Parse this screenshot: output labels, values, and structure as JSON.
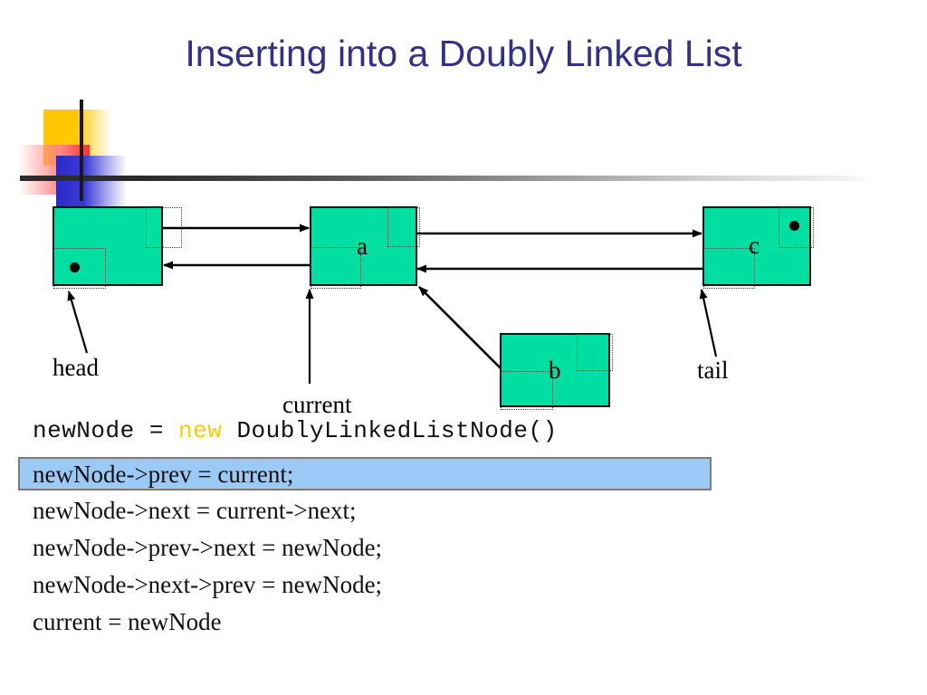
{
  "slide": {
    "title": "Inserting into a Doubly Linked List",
    "title_color": "#332F8C",
    "background": "#ffffff"
  },
  "decoration": {
    "yellow_color": "#FFC800",
    "red_color": "#FF2D2D",
    "blue_color": "#2A2ACB",
    "line_color": "#2b2b2b"
  },
  "diagram": {
    "node_fill": "#00DFA2",
    "node_border": "#111111",
    "nodes": [
      {
        "id": "head-node",
        "label": "",
        "null_pointer": "prev"
      },
      {
        "id": "node-a",
        "label": "a",
        "null_pointer": "none"
      },
      {
        "id": "node-c",
        "label": "c",
        "null_pointer": "next"
      },
      {
        "id": "node-b",
        "label": "b",
        "null_pointer": "none"
      }
    ],
    "pointer_labels": [
      {
        "id": "head",
        "text": "head"
      },
      {
        "id": "current",
        "text": "current"
      },
      {
        "id": "tail",
        "text": "tail"
      }
    ]
  },
  "code": {
    "line_new_node": {
      "prefix": "newNode = ",
      "keyword": "new",
      "suffix": " DoublyLinkedListNode()",
      "keyword_color": "#FFCC00"
    },
    "highlighted_line": "newNode->prev = current;",
    "highlight_fill": "#9CCAF7",
    "highlight_border": "#7b7b7b",
    "lines": [
      "newNode->next = current->next;",
      "newNode->prev->next = newNode;",
      "newNode->next->prev = newNode;",
      "current = newNode"
    ]
  }
}
